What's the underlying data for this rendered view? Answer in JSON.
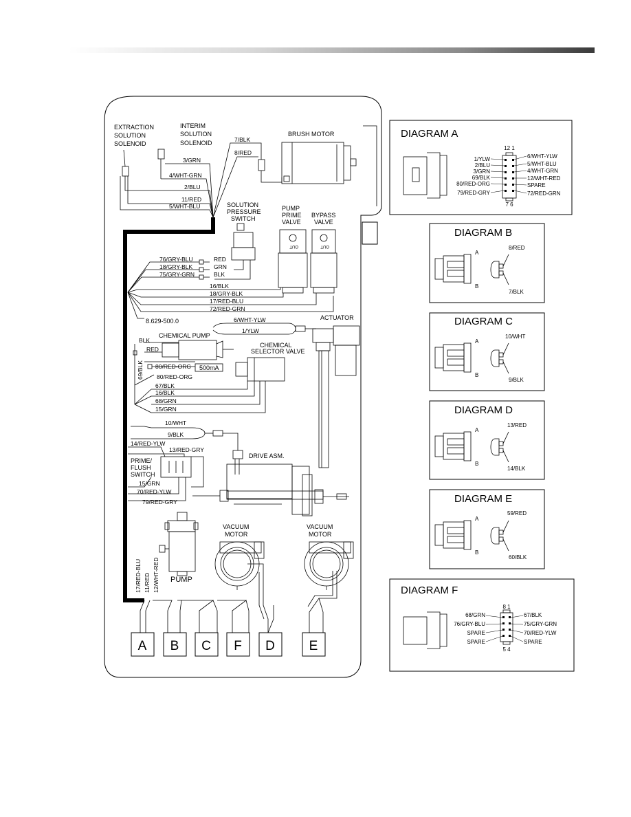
{
  "main": {
    "components": {
      "extraction": [
        "EXTRACTION",
        "SOLUTION",
        "SOLENOID"
      ],
      "interim": [
        "INTERIM",
        "SOLUTION",
        "SOLENOID"
      ],
      "brush_motor": "BRUSH MOTOR",
      "pressure_switch": [
        "SOLUTION",
        "PRESSURE",
        "SWITCH"
      ],
      "pump_prime": [
        "PUMP",
        "PRIME",
        "VALVE"
      ],
      "bypass": [
        "BYPASS",
        "VALVE"
      ],
      "out": "OUT",
      "actuator": "ACTUATOR",
      "chem_pump": "CHEMICAL PUMP",
      "chem_selector": [
        "CHEMICAL",
        "SELECTOR VALVE"
      ],
      "drive": "DRIVE ASM.",
      "prime_flush": [
        "PRIME/",
        "FLUSH",
        "SWITCH"
      ],
      "pump": "PUMP",
      "vacuum": [
        "VACUUM",
        "MOTOR"
      ],
      "part_number": "8.629-500.0",
      "fuse": "500mA"
    },
    "wires": {
      "w3grn": "3/GRN",
      "w4whtgrn": "4/WHT-GRN",
      "w2blu": "2/BLU",
      "w11red": "11/RED",
      "w5whtblu": "5/WHT-BLU",
      "w7blk": "7/BLK",
      "w8red": "8/RED",
      "w76": "76/GRY-BLU",
      "w18": "18/GRY-BLK",
      "w75": "75/GRY-GRN",
      "red": "RED",
      "grn": "GRN",
      "blk": "BLK",
      "w16blk": "16/BLK",
      "w18b": "18/GRY-BLK",
      "w17": "17/RED-BLU",
      "w72": "72/RED-GRN",
      "w6": "6/WHT-YLW",
      "w1": "1/YLW",
      "w80a": "80/RED-ORG",
      "w80b": "80/RED-ORG",
      "w69": "69/BLK",
      "w67": "67/BLK",
      "w16b": "16/BLK",
      "w68": "68/GRN",
      "w15": "15/GRN",
      "w10": "10/WHT",
      "w9": "9/BLK",
      "w14": "14/RED-YLW",
      "w13": "13/RED-GRY",
      "w15b": "15/GRN",
      "w70": "70/RED-YLW",
      "w79": "79/RED-GRY",
      "w17v": "17/RED-BLU",
      "w11v": "11/RED",
      "w12v": "12/WHT-RED"
    },
    "connectors": [
      "A",
      "B",
      "C",
      "F",
      "D",
      "E"
    ]
  },
  "diagrams": {
    "a": {
      "title": "DIAGRAM A",
      "pins_top": "12  1",
      "pins_bottom": "7  6",
      "left": [
        "1/YLW",
        "2/BLU",
        "3/GRN",
        "69/BLK",
        "80/RED-ORG",
        "79/RED-GRY"
      ],
      "right": [
        "6/WHT-YLW",
        "5/WHT-BLU",
        "4/WHT-GRN",
        "12/WHT-RED",
        "SPARE",
        "72/RED-GRN"
      ]
    },
    "b": {
      "title": "DIAGRAM B",
      "top": "8/RED",
      "bottom": "7/BLK",
      "a": "A",
      "b": "B"
    },
    "c": {
      "title": "DIAGRAM C",
      "top": "10/WHT",
      "bottom": "9/BLK",
      "a": "A",
      "b": "B"
    },
    "d": {
      "title": "DIAGRAM D",
      "top": "13/RED",
      "bottom": "14/BLK",
      "a": "A",
      "b": "B"
    },
    "e": {
      "title": "DIAGRAM E",
      "top": "59/RED",
      "bottom": "60/BLK",
      "a": "A",
      "b": "B"
    },
    "f": {
      "title": "DIAGRAM F",
      "pins_top": "8  1",
      "pins_bottom": "5  4",
      "left": [
        "68/GRN",
        "76/GRY-BLU",
        "SPARE",
        "SPARE"
      ],
      "right": [
        "67/BLK",
        "75/GRY-GRN",
        "70/RED-YLW",
        "SPARE"
      ]
    }
  }
}
